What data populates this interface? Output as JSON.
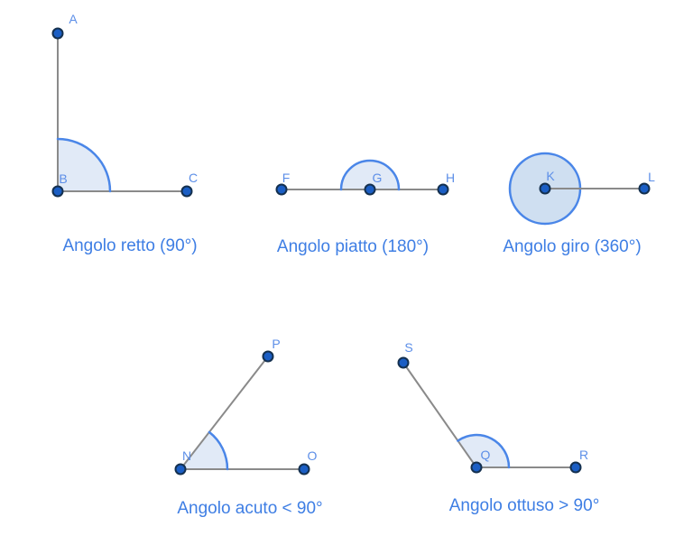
{
  "colors": {
    "background": "#ffffff",
    "ray": "#8a8a8a",
    "arc_stroke": "#4a86e8",
    "sector_fill": "#e1eaf7",
    "circle_fill": "#cfdff1",
    "point_fill": "#1b5ec4",
    "point_border": "#14304f",
    "point_label": "#5d8fe8",
    "caption": "#3e7ee4"
  },
  "figures": [
    {
      "name": "angolo-retto",
      "caption": "Angolo retto (90°)",
      "points": [
        {
          "label": "A"
        },
        {
          "label": "B"
        },
        {
          "label": "C"
        }
      ]
    },
    {
      "name": "angolo-piatto",
      "caption": "Angolo piatto (180°)",
      "points": [
        {
          "label": "F"
        },
        {
          "label": "G"
        },
        {
          "label": "H"
        }
      ]
    },
    {
      "name": "angolo-giro",
      "caption": "Angolo giro (360°)",
      "points": [
        {
          "label": "K"
        },
        {
          "label": "L"
        }
      ]
    },
    {
      "name": "angolo-acuto",
      "caption": "Angolo acuto < 90°",
      "points": [
        {
          "label": "N"
        },
        {
          "label": "O"
        },
        {
          "label": "P"
        }
      ]
    },
    {
      "name": "angolo-ottuso",
      "caption": "Angolo ottuso > 90°",
      "points": [
        {
          "label": "Q"
        },
        {
          "label": "R"
        },
        {
          "label": "S"
        }
      ]
    }
  ]
}
